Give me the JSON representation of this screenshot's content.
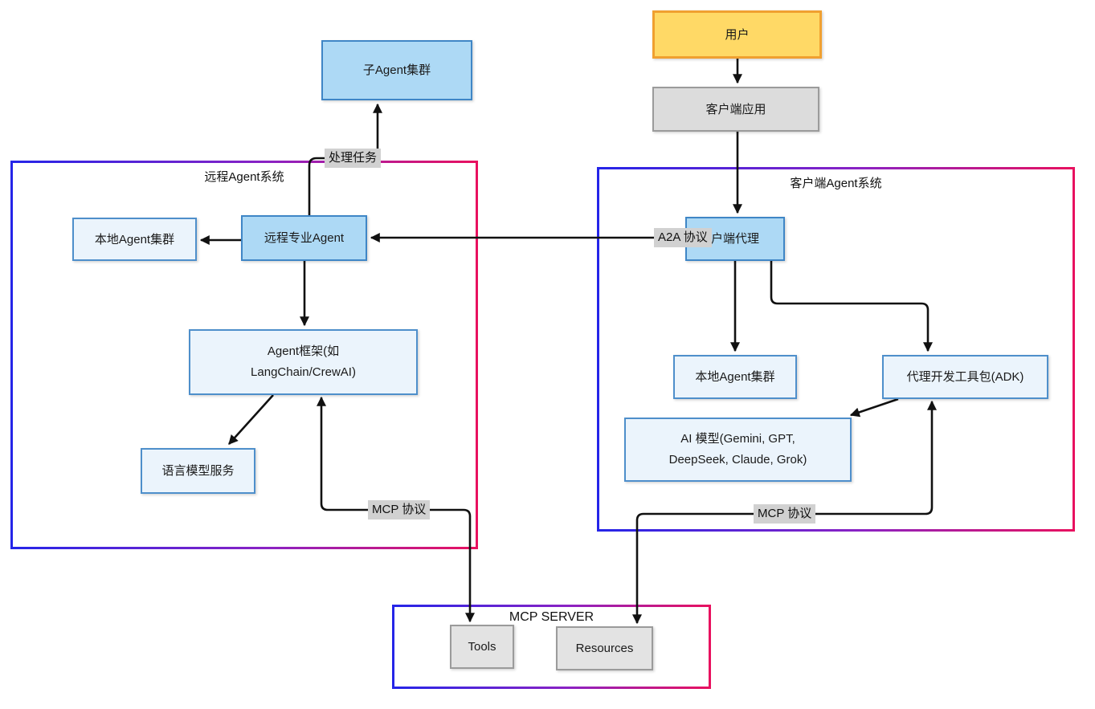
{
  "diagram": {
    "containers": {
      "remote": {
        "title": "远程Agent系统"
      },
      "client": {
        "title": "客户端Agent系统"
      },
      "mcp_server": {
        "title": "MCP SERVER"
      }
    },
    "nodes": {
      "sub_agent_cluster": {
        "label": "子Agent集群"
      },
      "user": {
        "label": "用户"
      },
      "client_app": {
        "label": "客户端应用"
      },
      "local_agent_cluster_left": {
        "label": "本地Agent集群"
      },
      "remote_specialist_agent": {
        "label": "远程专业Agent"
      },
      "agent_framework": {
        "lines": [
          "Agent框架(如",
          "LangChain/CrewAI)"
        ]
      },
      "language_model_service": {
        "label": "语言模型服务"
      },
      "a2a_client_agent": {
        "label": "户端代理"
      },
      "local_agent_cluster_right": {
        "label": "本地Agent集群"
      },
      "adk": {
        "label": "代理开发工具包(ADK)"
      },
      "ai_models": {
        "lines": [
          "AI 模型(Gemini, GPT,",
          "DeepSeek, Claude, Grok)"
        ]
      },
      "tools": {
        "label": "Tools"
      },
      "resources": {
        "label": "Resources"
      }
    },
    "edge_labels": {
      "process_task": "处理任务",
      "a2a_protocol": "A2A 协议",
      "mcp_protocol_left": "MCP 协议",
      "mcp_protocol_right": "MCP 协议"
    },
    "colors": {
      "node_blue_fill": "#ADD9F5",
      "node_blue_border": "#3F86C6",
      "node_lightblue_fill": "#EBF4FC",
      "node_lightblue_border": "#4E8FCB",
      "node_yellow_fill": "#FFD966",
      "node_yellow_border": "#F0A030",
      "node_gray_fill": "#DCDCDC",
      "node_gray_border": "#9B9B9B",
      "container_gradient_start": "#2525E8",
      "container_gradient_end": "#E8115F",
      "edge_label_bg": "#D1D1D1",
      "arrow_color": "#111111"
    }
  }
}
